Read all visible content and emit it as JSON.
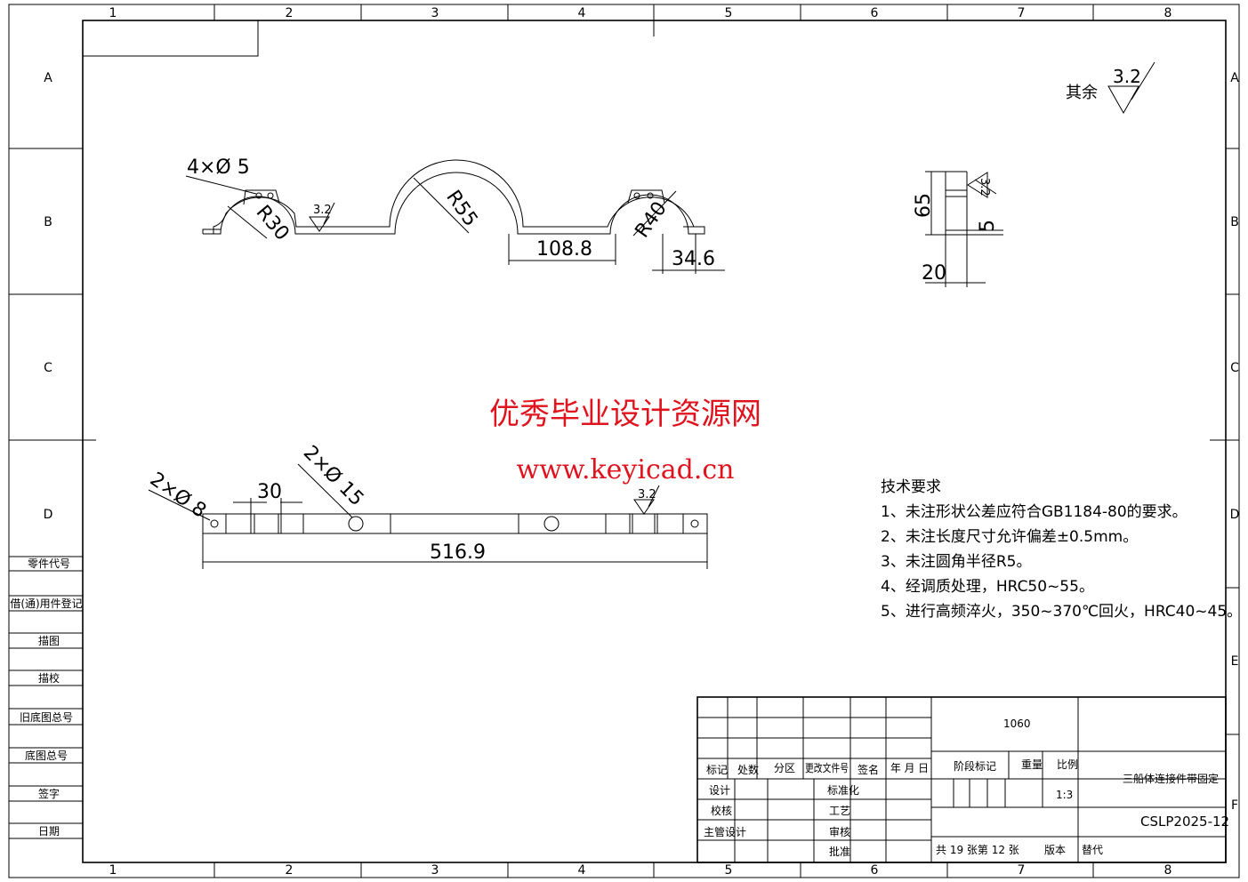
{
  "zones": {
    "columns": [
      "1",
      "2",
      "3",
      "4",
      "5",
      "6",
      "7",
      "8"
    ],
    "rows_left": [
      "A",
      "B",
      "C",
      "D"
    ],
    "rows_right": [
      "A",
      "B",
      "C",
      "D",
      "E",
      "F"
    ]
  },
  "surface_finish": {
    "label": "其余",
    "value": "3.2"
  },
  "front_view": {
    "holes": "4×Ø 5",
    "r1": "R30",
    "r2": "R55",
    "r3": "R40",
    "finish": "3.2",
    "dim_flat": "108.8",
    "dim_end": "34.6"
  },
  "side_view": {
    "height": "65",
    "slot": "5",
    "width": "20",
    "finish": "3.2"
  },
  "top_view": {
    "holes_small": "2×Ø 8",
    "holes_large": "2×Ø 15",
    "dim_30": "30",
    "length": "516.9",
    "finish": "3.2"
  },
  "watermark": {
    "title": "优秀毕业设计资源网",
    "url": "www.keyicad.cn"
  },
  "tech_requirements": {
    "title": "技术要求",
    "items": [
      "1、未注形状公差应符合GB1184-80的要求。",
      "2、未注长度尺寸允许偏差±0.5mm。",
      "3、未注圆角半径R5。",
      "4、经调质处理，HRC50~55。",
      "5、进行高频淬火，350~370℃回火，HRC40~45。"
    ]
  },
  "left_column": [
    "零件代号",
    "借(通)用件登记",
    "描图",
    "描校",
    "旧底图总号",
    "底图总号",
    "签字",
    "日期"
  ],
  "title_block": {
    "material": "1060",
    "headers": [
      "标记",
      "处数",
      "分区",
      "更改文件号",
      "签名",
      "年 月 日"
    ],
    "roles_left": [
      "设计",
      "校核",
      "主管设计"
    ],
    "roles_mid": [
      "标准化",
      "工艺",
      "审核",
      "批准"
    ],
    "stage_label": "阶段标记",
    "weight_label": "重量",
    "scale_label": "比例",
    "scale": "1:3",
    "sheets": "共 19 张第 12 张",
    "version_label": "版本",
    "replace_label": "替代",
    "part_name": "三船体连接件带固定",
    "drawing_no": "CSLP2025-12"
  }
}
